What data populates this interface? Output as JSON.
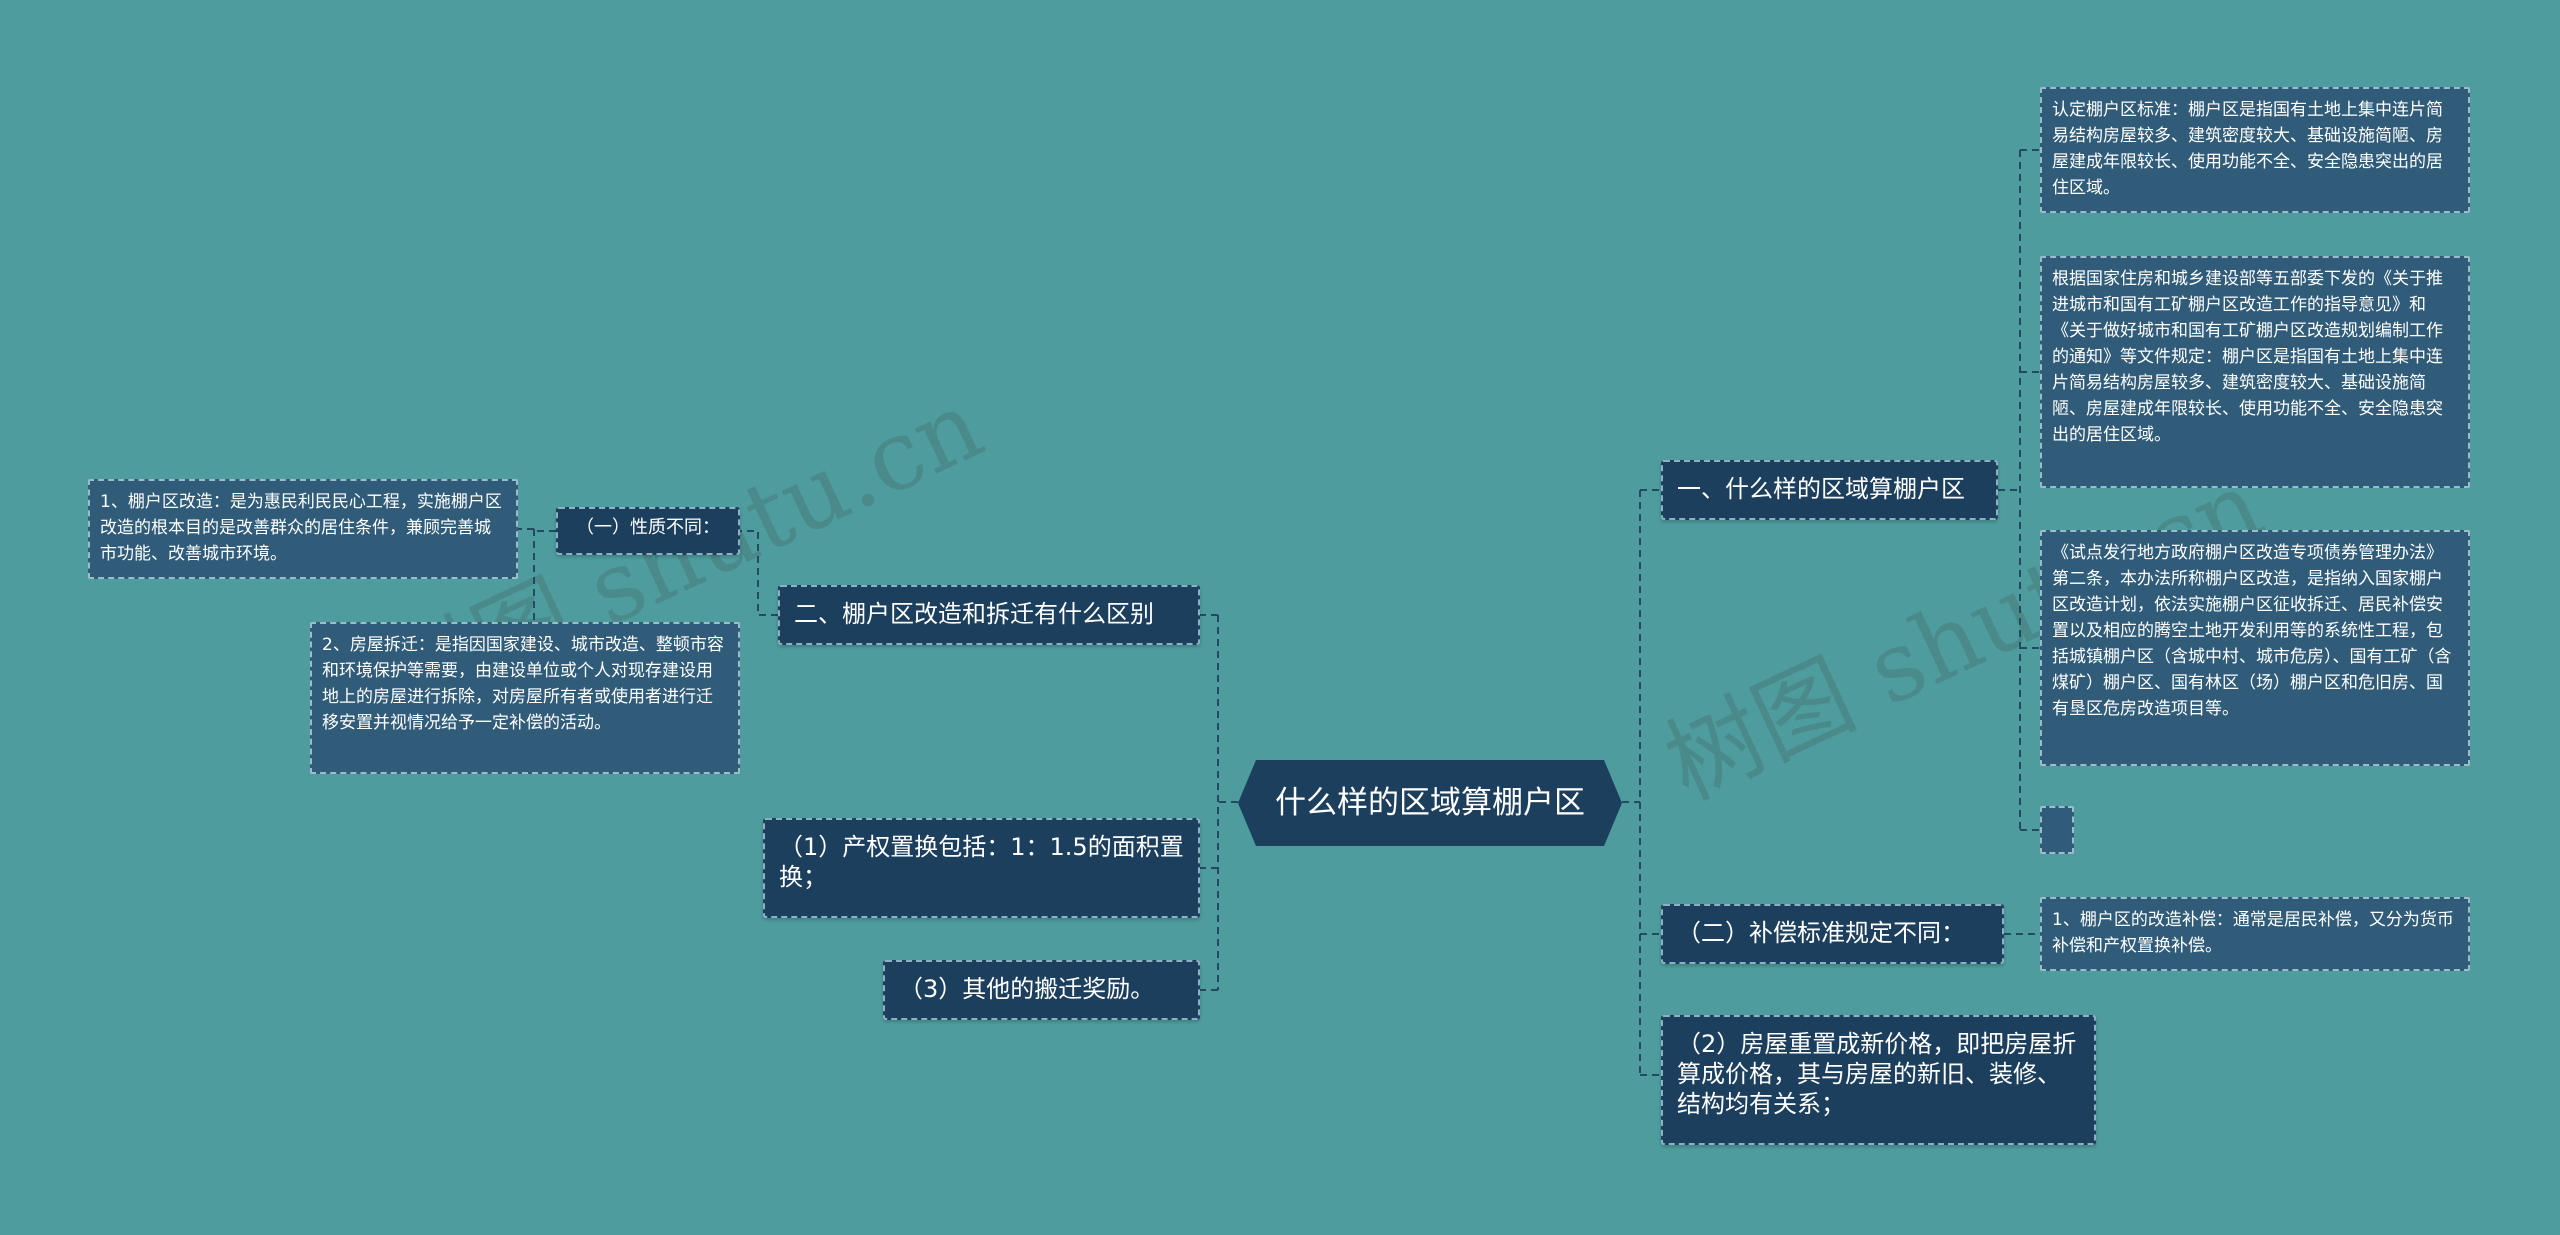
{
  "watermark": {
    "left": "树图 shutu.cn",
    "right": "树图 shutu.cn"
  },
  "root": {
    "label": "什么样的区域算棚户区"
  },
  "right_branch": {
    "topic1": {
      "label": "一、什么样的区域算棚户区",
      "details": [
        "认定棚户区标准：棚户区是指国有土地上集中连片简易结构房屋较多、建筑密度较大、基础设施简陋、房屋建成年限较长、使用功能不全、安全隐患突出的居住区域。",
        "根据国家住房和城乡建设部等五部委下发的《关于推进城市和国有工矿棚户区改造工作的指导意见》和《关于做好城市和国有工矿棚户区改造规划编制工作的通知》等文件规定：棚户区是指国有土地上集中连片简易结构房屋较多、建筑密度较大、基础设施简陋、房屋建成年限较长、使用功能不全、安全隐患突出的居住区域。",
        "《试点发行地方政府棚户区改造专项债券管理办法》第二条，本办法所称棚户区改造，是指纳入国家棚户区改造计划，依法实施棚户区征收拆迁、居民补偿安置以及相应的腾空土地开发利用等的系统性工程，包括城镇棚户区（含城中村、城市危房）、国有工矿（含煤矿）棚户区、国有林区（场）棚户区和危旧房、国有垦区危房改造项目等。",
        ""
      ]
    },
    "topic2": {
      "label": "（二）补偿标准规定不同：",
      "detail": "1、棚户区的改造补偿：通常是居民补偿，又分为货币补偿和产权置换补偿。"
    },
    "topic3": {
      "label": "（2）房屋重置成新价格，即把房屋折算成价格，其与房屋的新旧、装修、结构均有关系；"
    }
  },
  "left_branch": {
    "topic1": {
      "label": "二、棚户区改造和拆迁有什么区别",
      "sub": {
        "label": "（一）性质不同：",
        "details": [
          "1、棚户区改造：是为惠民利民民心工程，实施棚户区改造的根本目的是改善群众的居住条件，兼顾完善城市功能、改善城市环境。",
          "2、房屋拆迁：是指因国家建设、城市改造、整顿市容和环境保护等需要，由建设单位或个人对现存建设用地上的房屋进行拆除，对房屋所有者或使用者进行迁移安置并视情况给予一定补偿的活动。"
        ]
      }
    },
    "topic2": {
      "label": "（1）产权置换包括：1：1.5的面积置换；"
    },
    "topic3": {
      "label": "（3）其他的搬迁奖励。"
    }
  }
}
